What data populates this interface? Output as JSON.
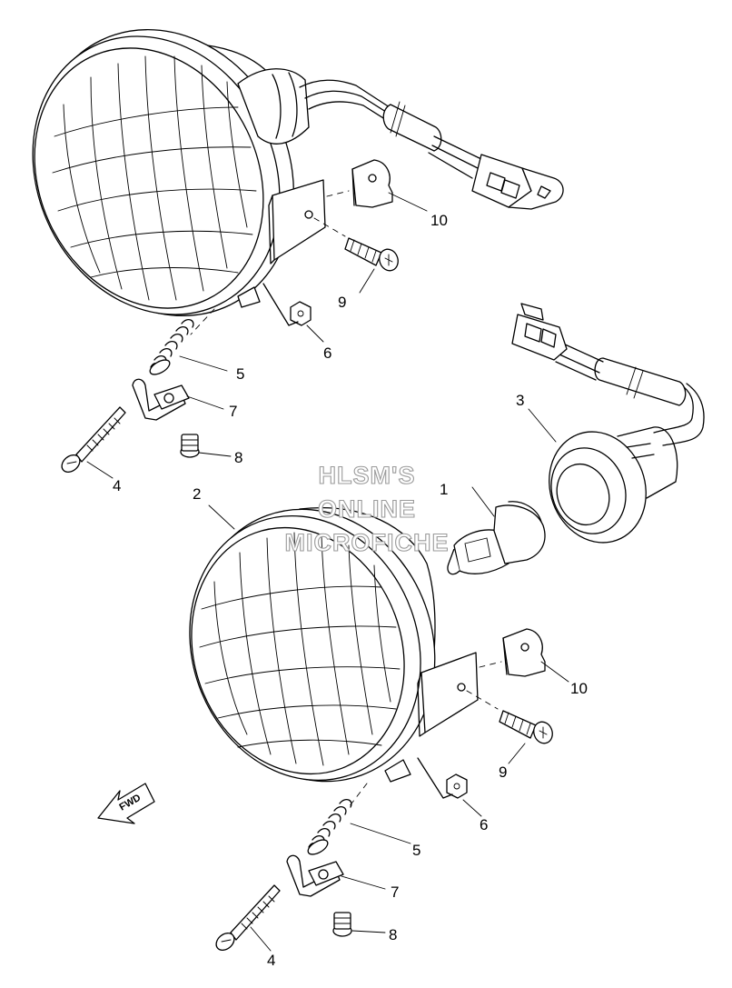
{
  "watermark": {
    "lines": [
      "HLSM'S",
      "ONLINE",
      "MICROFICHE"
    ]
  },
  "direction_arrow": {
    "label": "FWD"
  },
  "callouts": [
    {
      "id": "upper-10",
      "label": "10"
    },
    {
      "id": "upper-9",
      "label": "9"
    },
    {
      "id": "upper-6",
      "label": "6"
    },
    {
      "id": "upper-5",
      "label": "5"
    },
    {
      "id": "upper-7",
      "label": "7"
    },
    {
      "id": "upper-8",
      "label": "8"
    },
    {
      "id": "upper-4",
      "label": "4"
    },
    {
      "id": "lower-3",
      "label": "3"
    },
    {
      "id": "lower-2",
      "label": "2"
    },
    {
      "id": "lower-1",
      "label": "1"
    },
    {
      "id": "lower-10",
      "label": "10"
    },
    {
      "id": "lower-9",
      "label": "9"
    },
    {
      "id": "lower-6",
      "label": "6"
    },
    {
      "id": "lower-5",
      "label": "5"
    },
    {
      "id": "lower-7",
      "label": "7"
    },
    {
      "id": "lower-8",
      "label": "8"
    },
    {
      "id": "lower-4",
      "label": "4"
    }
  ]
}
